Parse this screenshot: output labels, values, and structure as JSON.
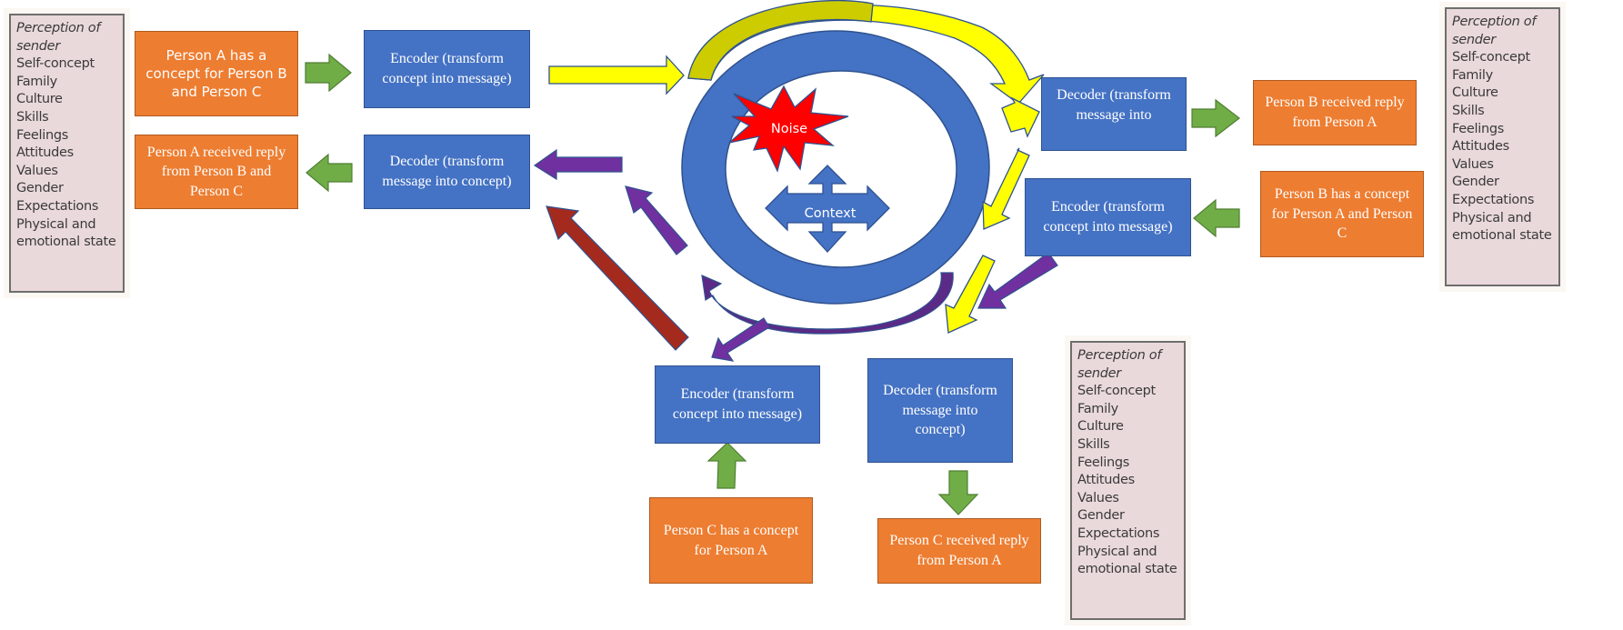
{
  "title": "Communication model: Person A, Person B and Person C",
  "colors": {
    "box_blue": "#4472c4",
    "box_orange": "#ed7d31",
    "arrow_green": "#70ad47",
    "arrow_yellow": "#ffff00",
    "arrow_yellow_dark": "#cccc00",
    "arrow_purple": "#7030a0",
    "arrow_red": "#a52a1e",
    "noise_red": "#ff0000",
    "panel_pink": "#ead9db"
  },
  "center": {
    "noise_label": "Noise",
    "context_label": "Context"
  },
  "person_a": {
    "concept": "Person A has a concept for Person B and Person C",
    "encoder": "Encoder (transform concept into message)",
    "decoder": "Decoder (transform message into concept)",
    "received": "Person A received reply from Person B and Person C"
  },
  "person_b": {
    "decoder": "Decoder (transform message into",
    "received": "Person B received reply from Person A",
    "encoder": "Encoder (transform concept into message)",
    "concept": "Person B has a concept for Person A and Person C"
  },
  "person_c": {
    "encoder": "Encoder (transform concept into message)",
    "concept": "Person C has a concept for Person A",
    "decoder": "Decoder (transform message into concept)",
    "received": "Person C received reply from Person A"
  },
  "perception_panel": {
    "title": "Perception of sender",
    "items": [
      "Self-concept",
      "Family",
      "Culture",
      "Skills",
      "Feelings",
      "Attitudes",
      "Values",
      "Gender",
      "Expectations",
      "Physical and emotional state"
    ]
  }
}
